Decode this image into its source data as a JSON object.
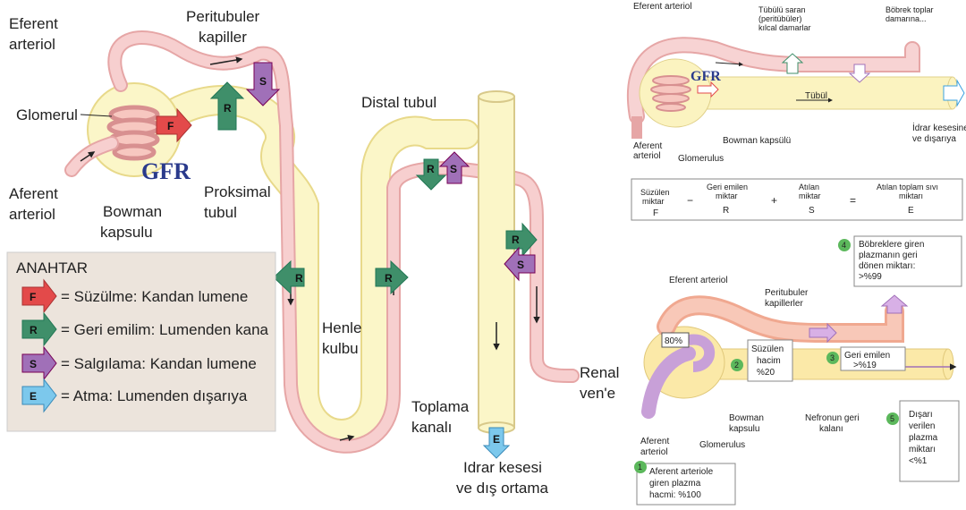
{
  "left": {
    "labels": {
      "efferent": [
        "Eferent",
        "arteriol"
      ],
      "peritubular": [
        "Peritubuler",
        "kapiller"
      ],
      "glomerul": "Glomerul",
      "afferent": [
        "Aferent",
        "arteriol"
      ],
      "bowman": [
        "Bowman",
        "kapsulu"
      ],
      "gfr": "GFR",
      "proximal": [
        "Proksimal",
        "tubul"
      ],
      "distal": "Distal tubul",
      "henle": [
        "Henle",
        "kulbu"
      ],
      "collecting": [
        "Toplama",
        "kanalı"
      ],
      "renal_vein": [
        "Renal",
        "ven'e"
      ],
      "bladder": [
        "Idrar kesesi",
        "ve dış ortama"
      ]
    },
    "key": {
      "title": "ANAHTAR",
      "items": [
        {
          "letter": "F",
          "text": "= Süzülme: Kandan lumene",
          "color": "#e34a4a"
        },
        {
          "letter": "R",
          "text": "= Geri emilim: Lumenden kana",
          "color": "#3f8f6a"
        },
        {
          "letter": "S",
          "text": "= Salgılama: Kandan lumene",
          "color": "#a070b8"
        },
        {
          "letter": "E",
          "text": "= Atma: Lumenden dışarıya",
          "color": "#7cc8ec"
        }
      ]
    },
    "arrow_letters": {
      "F": "F",
      "R": "R",
      "S": "S",
      "E": "E"
    }
  },
  "top_right": {
    "labels": {
      "efferent": "Eferent arteriol",
      "peritubular": [
        "Tübülü saran",
        "(peritübüler)",
        "kılcal damarlar"
      ],
      "renal_vein": [
        "Böbrek toplar",
        "damarına..."
      ],
      "gfr": "GFR",
      "tubule": "Tübül",
      "afferent": [
        "Aferent",
        "arteriol"
      ],
      "bowman": "Bowman kapsülü",
      "glomerulus": "Glomerulus",
      "bladder": [
        "İdrar kesesine",
        "ve dışarıya"
      ]
    },
    "equation": {
      "terms": [
        {
          "label": [
            "Süzülen",
            "miktar"
          ],
          "letter": "F",
          "color": "#e34a4a"
        },
        {
          "label": [
            "Geri emilen",
            "miktar"
          ],
          "letter": "R",
          "color": "#3f8f6a"
        },
        {
          "label": [
            "Atılan",
            "miktar"
          ],
          "letter": "S",
          "color": "#a070b8"
        },
        {
          "label": [
            "Atılan toplam sıvı",
            "miktarı"
          ],
          "letter": "E",
          "color": "#3aa0e0"
        }
      ],
      "operators": [
        "−",
        "+",
        "="
      ]
    }
  },
  "bottom_right": {
    "labels": {
      "efferent": "Eferent arteriol",
      "peritubular": [
        "Peritubuler",
        "kapillerler"
      ],
      "bowman": [
        "Bowman",
        "kapsulu"
      ],
      "glomerulus": "Glomerulus",
      "afferent": [
        "Aferent",
        "arteriol"
      ],
      "nephron_rest": [
        "Nefronun geri",
        "kalanı"
      ],
      "percent_80": "80%"
    },
    "boxes": [
      {
        "num": "1",
        "lines": [
          "Aferent arteriole",
          "giren plazma",
          "hacmi: %100"
        ]
      },
      {
        "num": "2",
        "lines": [
          "Süzülen",
          "hacim",
          "%20"
        ]
      },
      {
        "num": "3",
        "lines": [
          "Geri emilen",
          ">%19"
        ]
      },
      {
        "num": "4",
        "lines": [
          "Böbreklere giren",
          "plazmanın geri",
          "dönen miktarı:",
          ">%99"
        ]
      },
      {
        "num": "5",
        "lines": [
          "Dışarı",
          "verilen",
          "plazma",
          "miktarı",
          "<%1"
        ]
      }
    ]
  }
}
